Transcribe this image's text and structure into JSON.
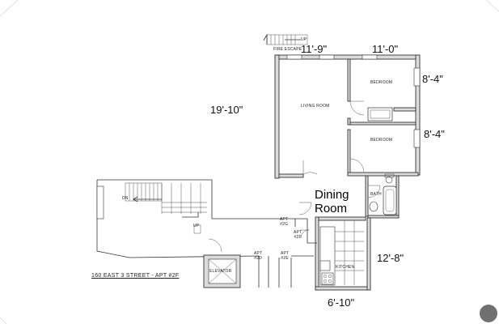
{
  "floorplan": {
    "title": "160 EAST 3 STREET - APT #2F",
    "rooms": {
      "living_room": "LIVING ROOM",
      "bedroom_1": "BEDROOM",
      "bedroom_2": "BEDROOM",
      "dining_room_line1": "Dining",
      "dining_room_line2": "Room",
      "bath": "BATH",
      "kitchen": "KITCHEN",
      "elevator": "ELEVATOR",
      "fire_escape": "FIRE ESCAPE"
    },
    "dimensions": {
      "living_width": "11'-9\"",
      "bedroom_width": "11'-0\"",
      "bedroom_1_depth": "8'-4\"",
      "bedroom_2_depth": "8'-4\"",
      "living_depth": "19'-10\"",
      "kitchen_depth": "12'-8\"",
      "kitchen_width": "6'-10\""
    },
    "annotations": {
      "fire_escape_up": "UP",
      "stair_dn": "DN",
      "stair_up": "UP",
      "apt_2g": "APT\n#2G",
      "apt_2f": "APT\n#2F",
      "apt_2d": "APT\n#2D",
      "apt_2e": "APT\n#2E"
    }
  },
  "colors": {
    "wall": "#dcdcdc",
    "line": "#333333",
    "badge": "#707070"
  }
}
